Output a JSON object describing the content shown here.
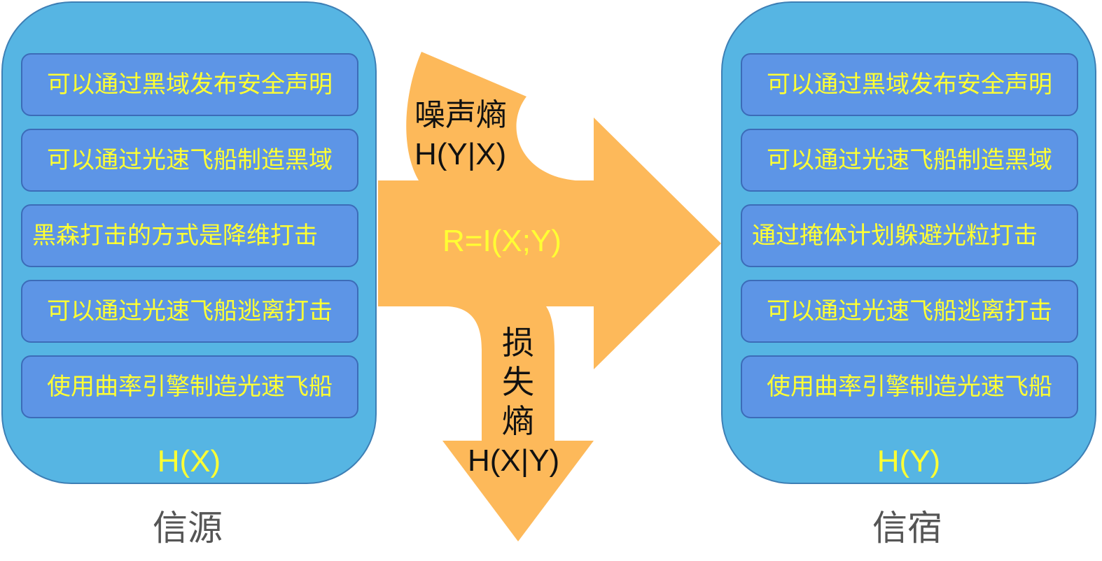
{
  "source": {
    "items": [
      "可以通过黑域发布安全声明",
      "可以通过光速飞船制造黑域",
      "黑森打击的方式是降维打击",
      "可以通过光速飞船逃离打击",
      "使用曲率引擎制造光速飞船"
    ],
    "entropy": "H(X)",
    "caption": "信源"
  },
  "sink": {
    "items": [
      "可以通过黑域发布安全声明",
      "可以通过光速飞船制造黑域",
      "通过掩体计划躲避光粒打击",
      "可以通过光速飞船逃离打击",
      "使用曲率引擎制造光速飞船"
    ],
    "entropy": "H(Y)",
    "caption": "信宿"
  },
  "flow": {
    "noise_title": "噪声熵",
    "noise_formula": "H(Y|X)",
    "rate": "R=I(X;Y)",
    "loss_chars": [
      "损",
      "失",
      "熵"
    ],
    "loss_formula": "H(X|Y)"
  },
  "colors": {
    "panel": "#56b5e3",
    "item": "#5d95e6",
    "item_text": "#ffff33",
    "arrow": "#fdb95a",
    "caption": "#555555"
  }
}
